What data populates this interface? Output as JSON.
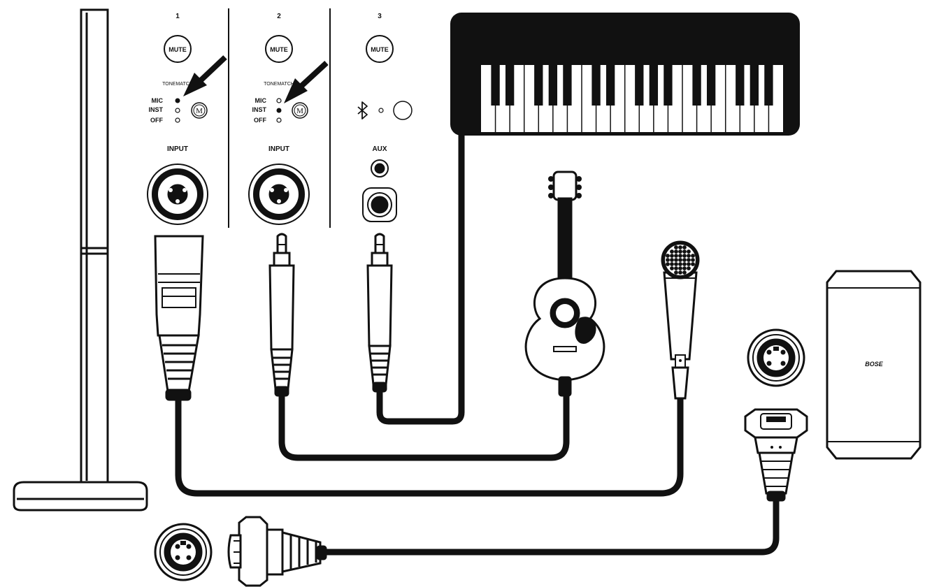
{
  "mixer": {
    "channels": [
      {
        "number": "1",
        "mute_label": "MUTE",
        "tonematch_label": "TONEMATCH",
        "modes": [
          "MIC",
          "INST",
          "OFF"
        ],
        "tonematch_button_label": "M",
        "input_label": "INPUT"
      },
      {
        "number": "2",
        "mute_label": "MUTE",
        "tonematch_label": "TONEMATCH",
        "modes": [
          "MIC",
          "INST",
          "OFF"
        ],
        "tonematch_button_label": "M",
        "input_label": "INPUT"
      },
      {
        "number": "3",
        "mute_label": "MUTE",
        "bluetooth_icon": "bluetooth-icon",
        "input_label": "AUX"
      }
    ]
  },
  "speaker": {
    "brand": "BOSE"
  },
  "colors": {
    "ink": "#111111",
    "paper": "#ffffff"
  }
}
